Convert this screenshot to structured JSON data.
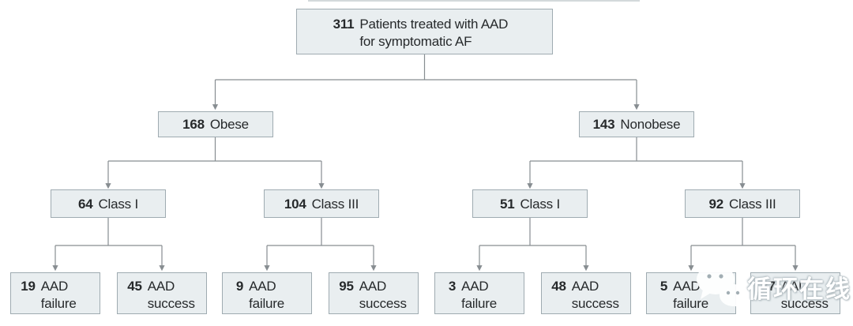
{
  "diagram": {
    "nodes": {
      "root": {
        "number": "311",
        "label": "Patients treated with AAD for symptomatic AF"
      },
      "obese": {
        "number": "168",
        "label": "Obese"
      },
      "nonobese": {
        "number": "143",
        "label": "Nonobese"
      },
      "obese_class1": {
        "number": "64",
        "label": "Class I"
      },
      "obese_class3": {
        "number": "104",
        "label": "Class III"
      },
      "nonobese_class1": {
        "number": "51",
        "label": "Class I"
      },
      "nonobese_class3": {
        "number": "92",
        "label": "Class III"
      },
      "obese_c1_failure": {
        "number": "19",
        "label": "AAD failure"
      },
      "obese_c1_success": {
        "number": "45",
        "label": "AAD success"
      },
      "obese_c3_failure": {
        "number": "9",
        "label": "AAD failure"
      },
      "obese_c3_success": {
        "number": "95",
        "label": "AAD success"
      },
      "nonobese_c1_failure": {
        "number": "3",
        "label": "AAD failure"
      },
      "nonobese_c1_success": {
        "number": "48",
        "label": "AAD success"
      },
      "nonobese_c3_failure": {
        "number": "5",
        "label": "AAD failure"
      },
      "nonobese_c3_success": {
        "number": "87",
        "label": "AAD success"
      }
    },
    "edges": [
      [
        "root",
        "obese"
      ],
      [
        "root",
        "nonobese"
      ],
      [
        "obese",
        "obese_class1"
      ],
      [
        "obese",
        "obese_class3"
      ],
      [
        "nonobese",
        "nonobese_class1"
      ],
      [
        "nonobese",
        "nonobese_class3"
      ],
      [
        "obese_class1",
        "obese_c1_failure"
      ],
      [
        "obese_class1",
        "obese_c1_success"
      ],
      [
        "obese_class3",
        "obese_c3_failure"
      ],
      [
        "obese_class3",
        "obese_c3_success"
      ],
      [
        "nonobese_class1",
        "nonobese_c1_failure"
      ],
      [
        "nonobese_class1",
        "nonobese_c1_success"
      ],
      [
        "nonobese_class3",
        "nonobese_c3_failure"
      ],
      [
        "nonobese_class3",
        "nonobese_c3_success"
      ]
    ]
  },
  "watermark": {
    "text": "循环在线",
    "icon": "wechat-icon"
  },
  "colors": {
    "box_fill": "#e9eef0",
    "box_border": "#9fabb1",
    "line": "#878d91",
    "text": "#26292b",
    "bg": "#ffffff"
  }
}
